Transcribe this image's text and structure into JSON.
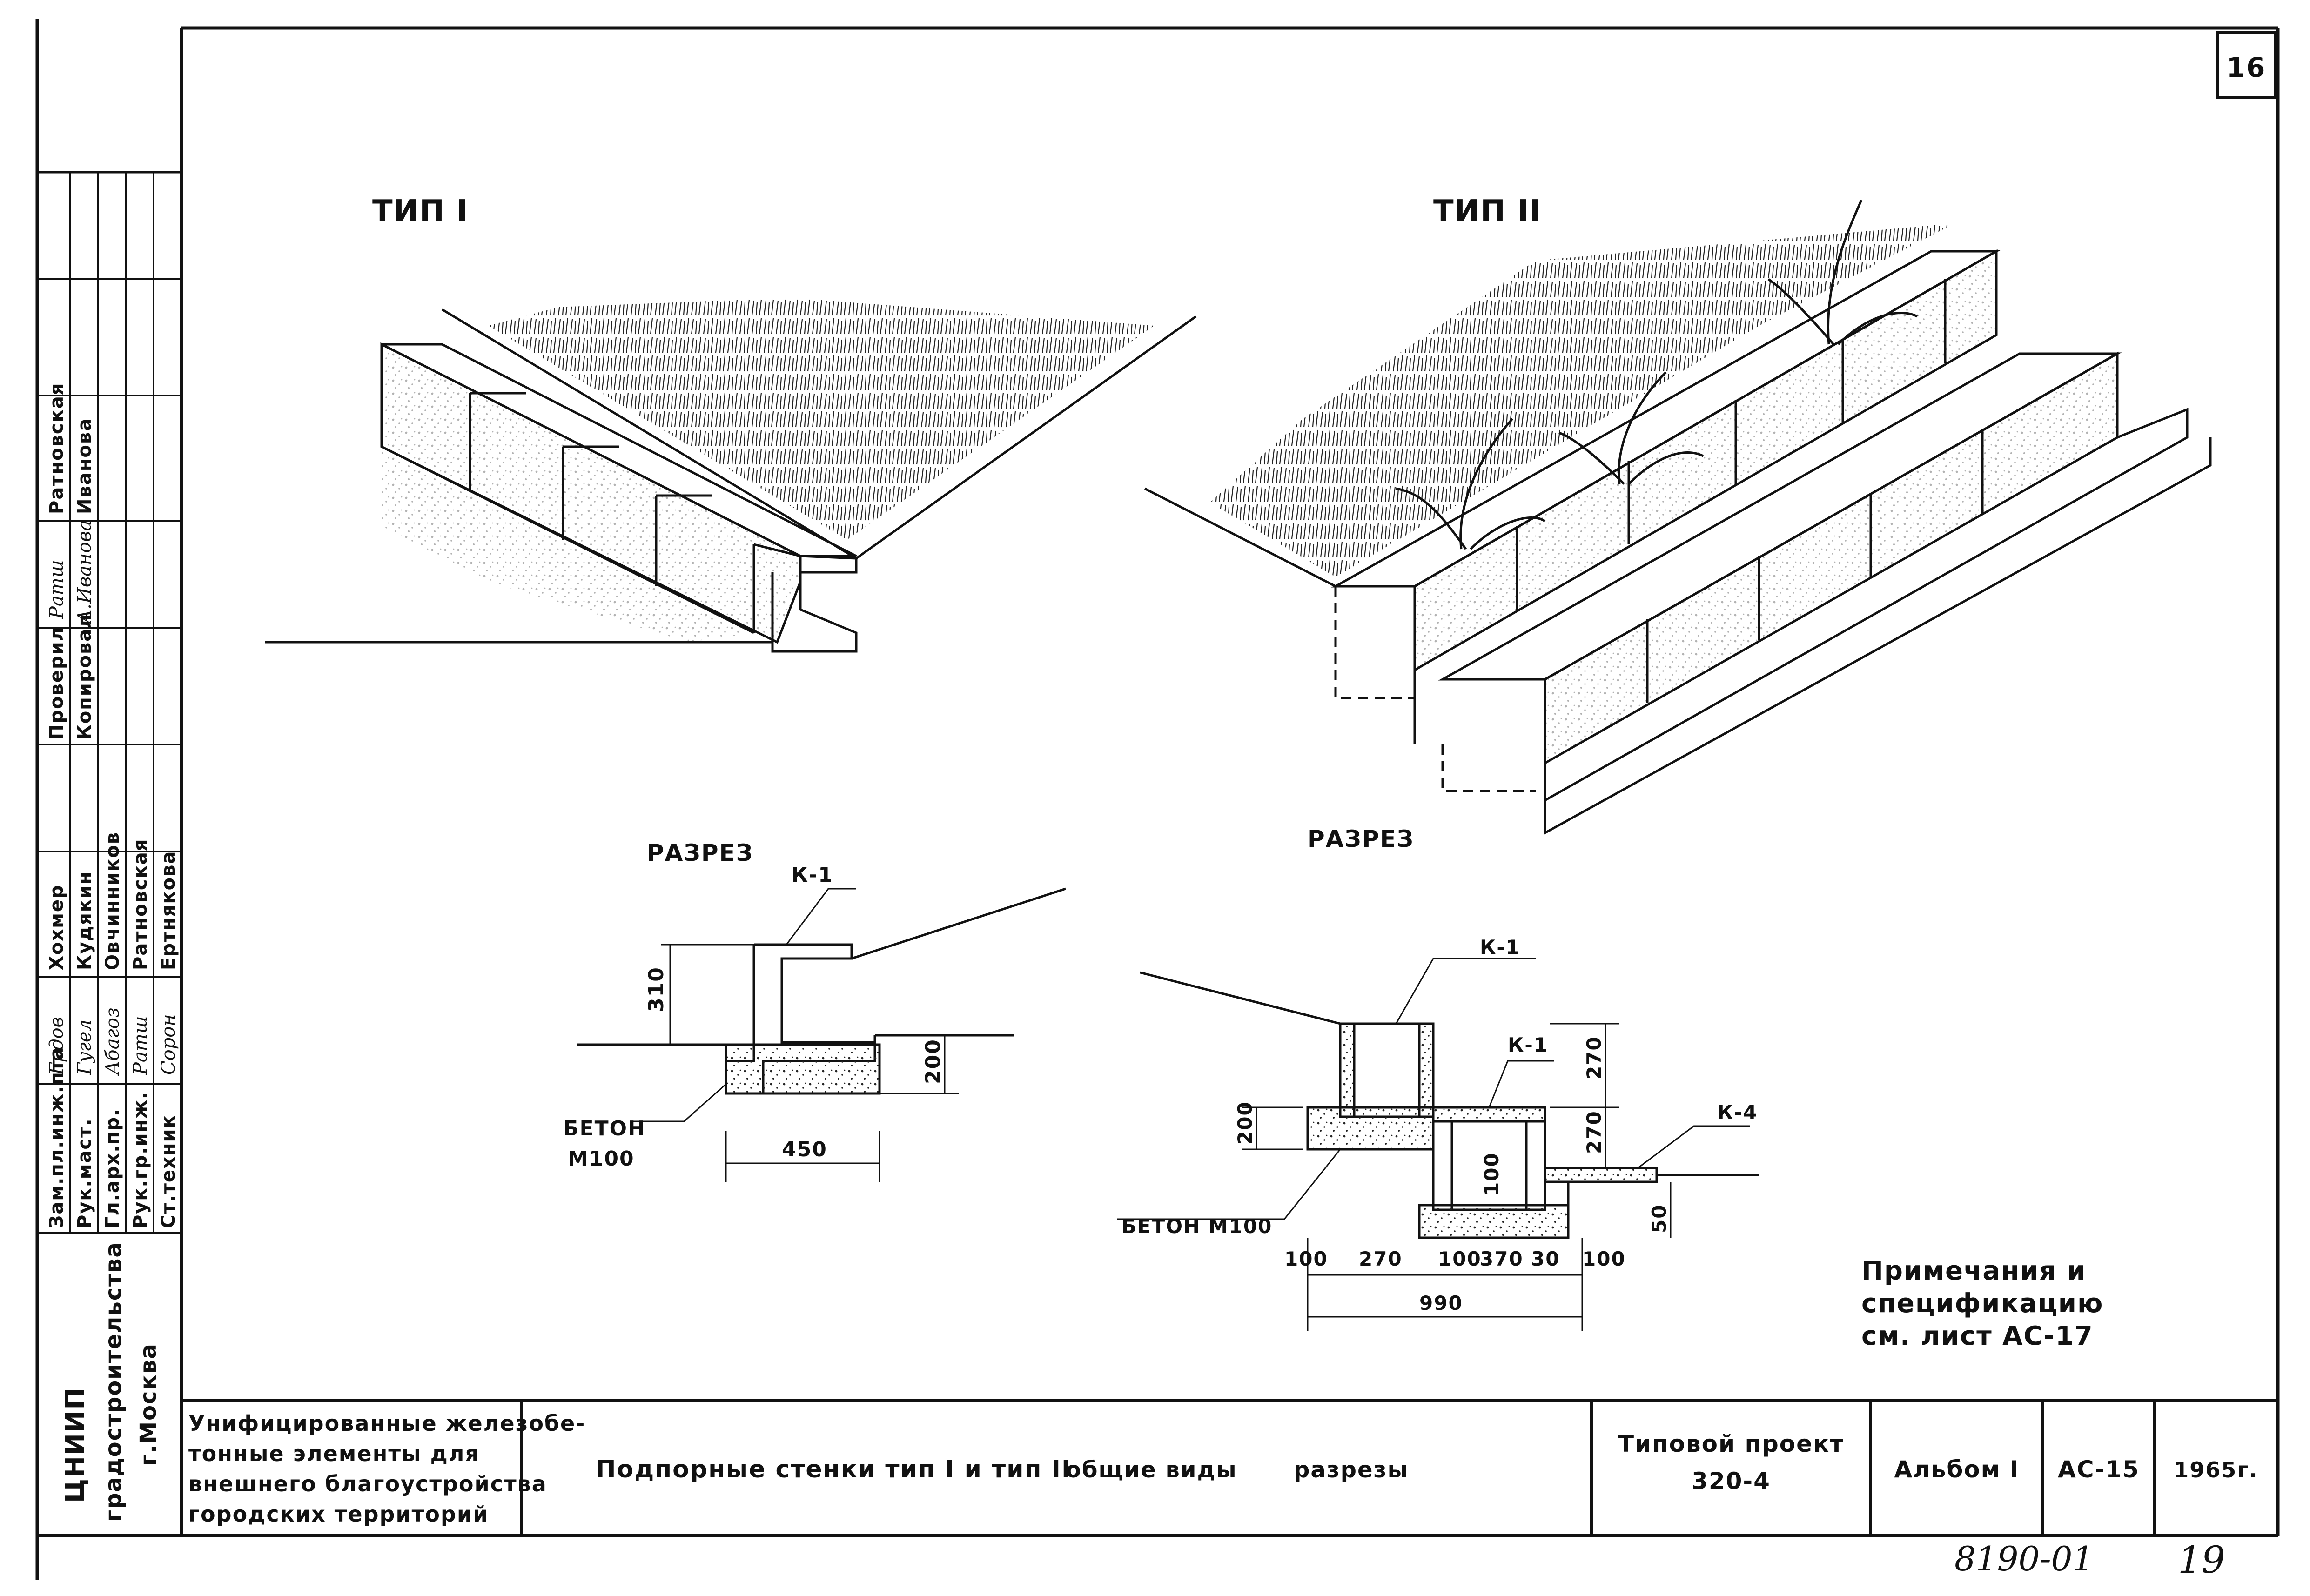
{
  "sheet": {
    "number": "16",
    "footer_left": "8190-01",
    "footer_right": "19"
  },
  "views": {
    "type1_title": "ТИП I",
    "type2_title": "ТИП II",
    "section1_title": "РАЗРЕЗ",
    "section2_title": "РАЗРЕЗ"
  },
  "section1": {
    "tag_k1": "К-1",
    "concrete_label_line1": "БЕТОН",
    "concrete_label_line2": "М100",
    "dim_310": "310",
    "dim_200": "200",
    "dim_450": "450"
  },
  "section2": {
    "tag_k1_top": "К-1",
    "tag_k1_inner": "К-1",
    "tag_k4": "К-4",
    "concrete_label": "БЕТОН М100",
    "dim_270_top": "270",
    "dim_270_bottom": "270",
    "dim_200": "200",
    "dim_100_inner": "100",
    "dim_50": "50",
    "dim_bottom": [
      "100",
      "270",
      "100",
      "370",
      "30",
      "100"
    ],
    "dim_total": "990"
  },
  "notes": {
    "line1": "Примечания и",
    "line2": "спецификацию",
    "line3": "см. лист АС-17"
  },
  "approval_block": {
    "rows": [
      {
        "role": "Зам.пл.инж.пта",
        "sign": "Грдов",
        "name": "Хохмер"
      },
      {
        "role": "Рук.маст.",
        "sign": "Гугел",
        "name": "Кудякин"
      },
      {
        "role": "Гл.арх.пр.",
        "sign": "Абагоз",
        "name": "Овчинников"
      },
      {
        "role": "Рук.гр.инж.",
        "sign": "Ратш",
        "name": "Ратновская"
      },
      {
        "role": "Ст.техник",
        "sign": "Сорон",
        "name": "Ертнякова"
      }
    ],
    "checked_label": "Проверил",
    "checked_sign": "Ратш",
    "checked_name": "Ратновская",
    "copied_label": "Копировал",
    "copied_sign": "А.Иванова",
    "copied_name": "Иванова"
  },
  "organization": {
    "line1": "ЦНИИП",
    "line2": "градостроительства",
    "line3": "г.Москва"
  },
  "title_block": {
    "series_line1": "Унифицированные железобе-",
    "series_line2": "тонные элементы для",
    "series_line3": "внешнего благоустройства",
    "series_line4": "городских территорий",
    "drawing_title": "Подпорные стенки тип I и тип II",
    "drawing_sub1": "общие виды",
    "drawing_sub2": "разрезы",
    "project_line1": "Типовой проект",
    "project_line2": "320-4",
    "album": "Альбом I",
    "code": "АС-15",
    "year": "1965г."
  }
}
